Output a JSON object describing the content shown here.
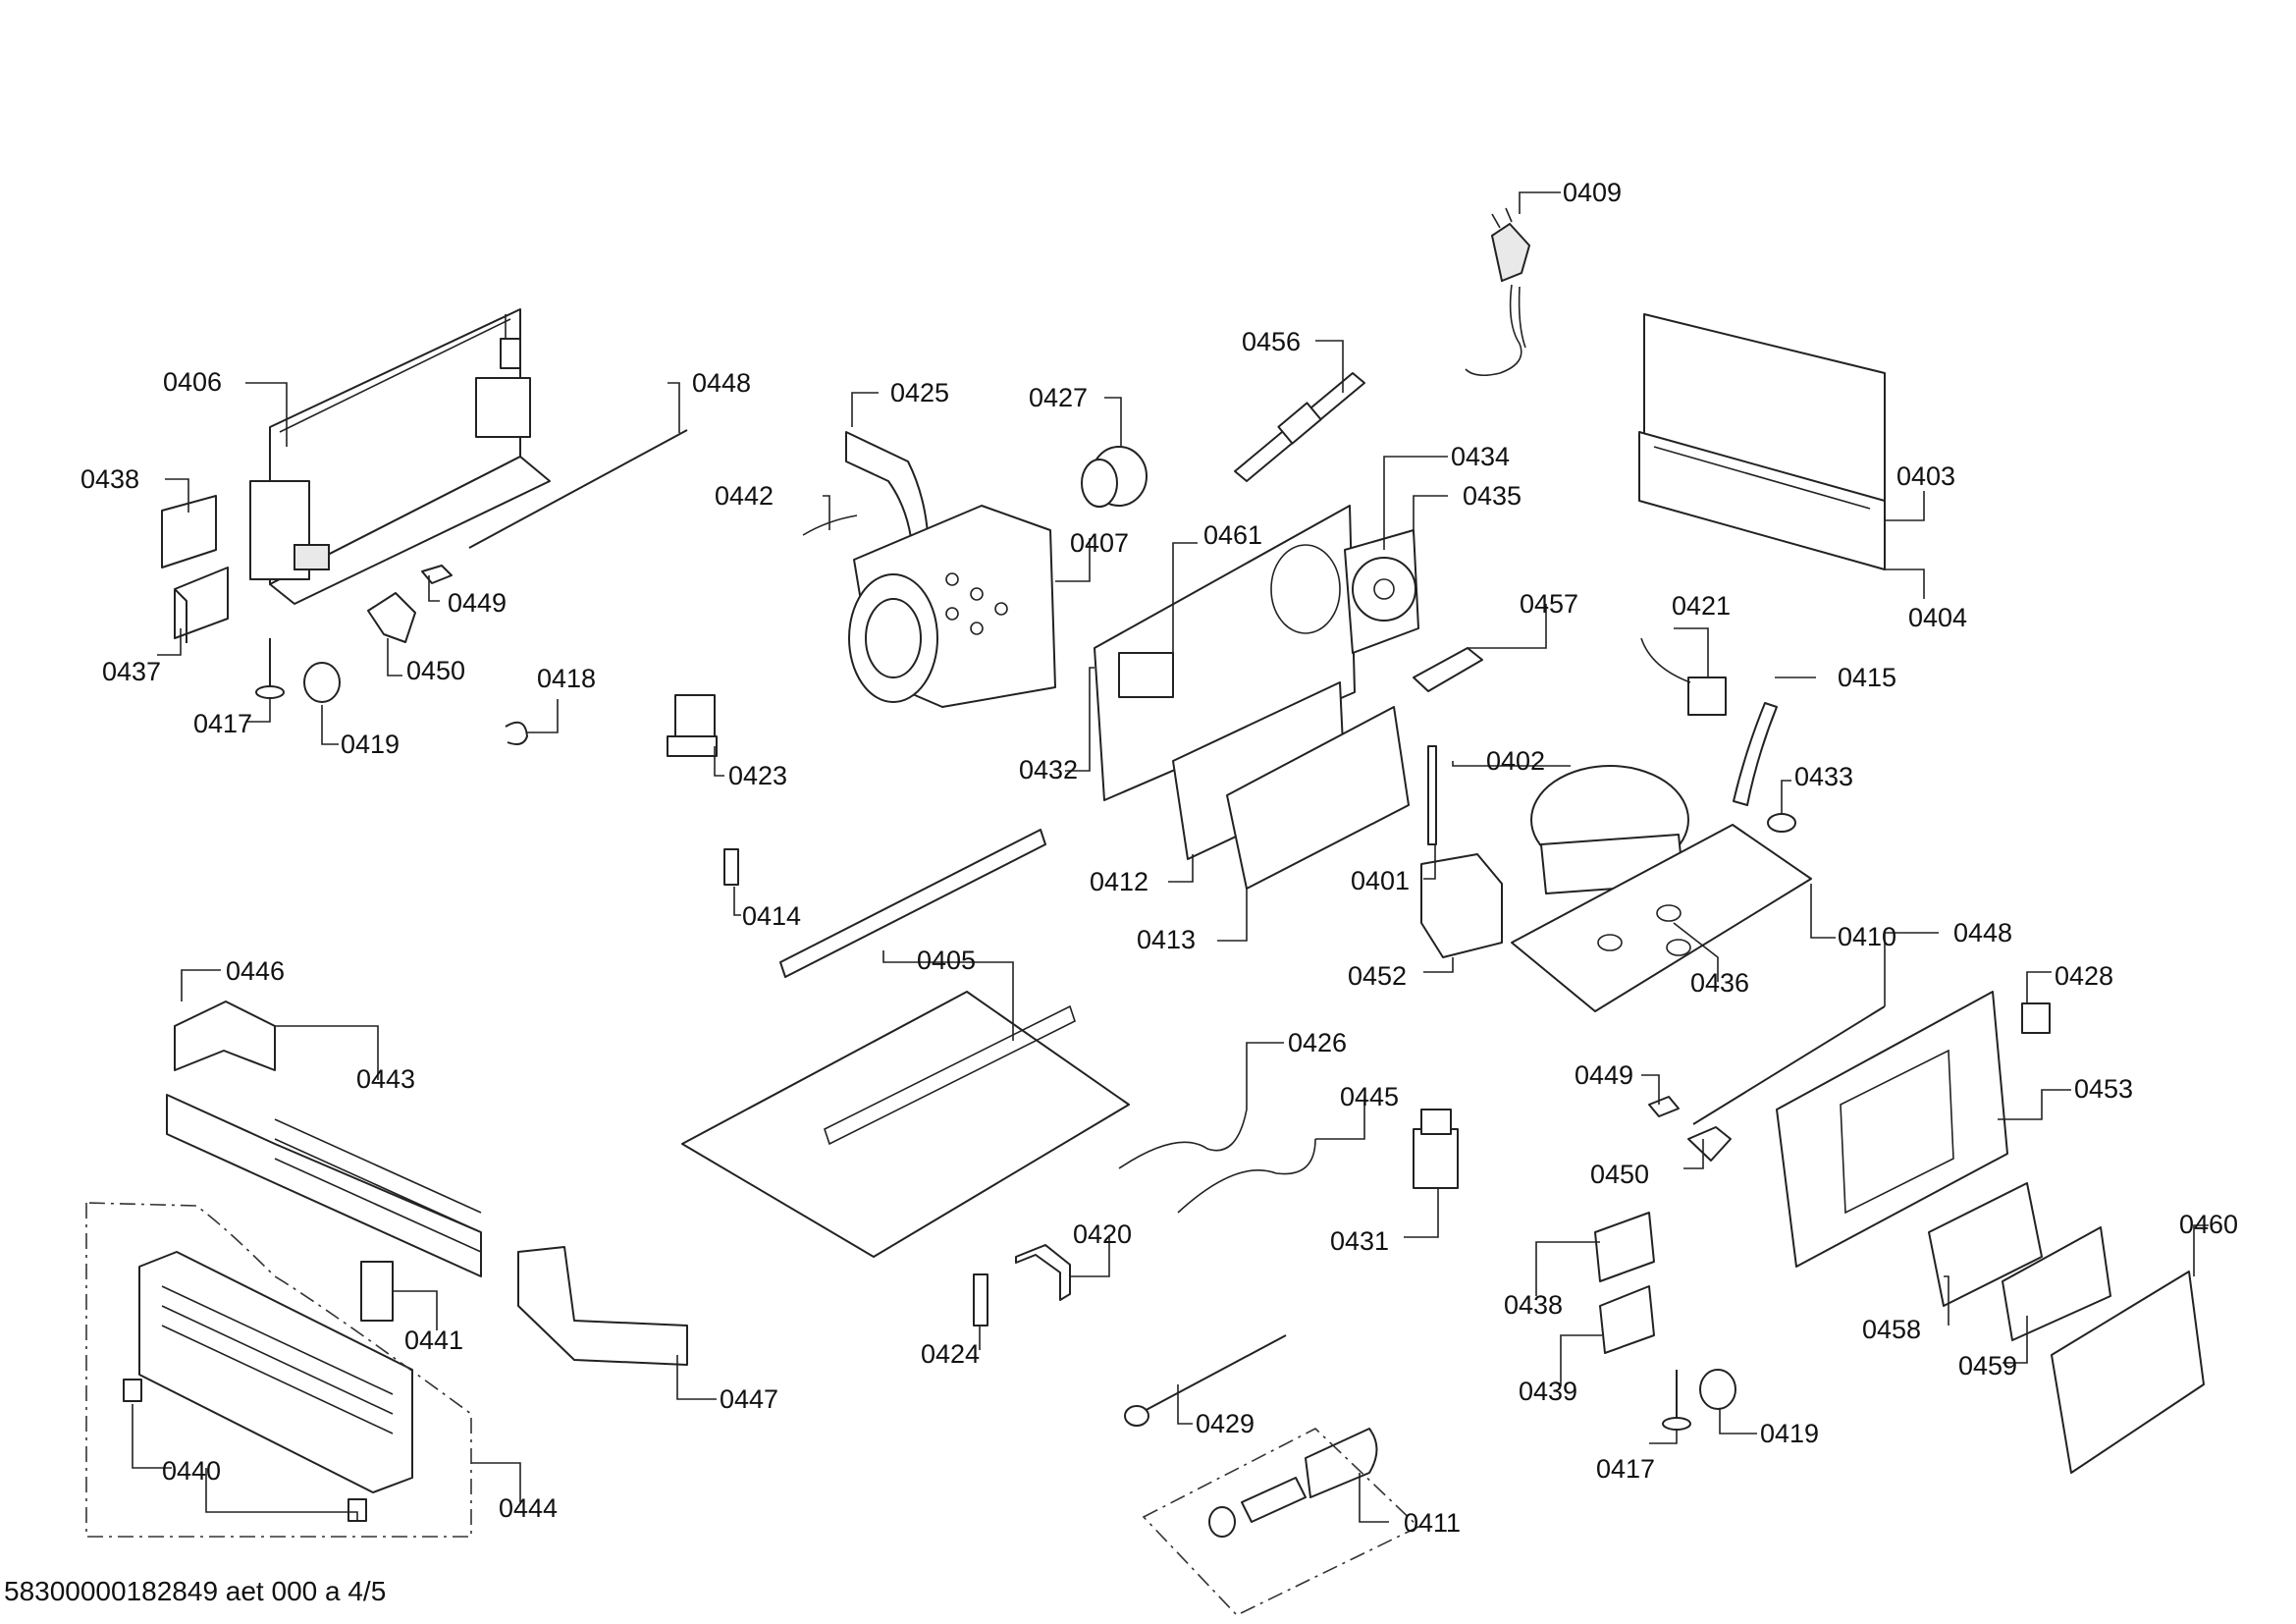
{
  "footer": "58300000182849 aet 000 a 4/5",
  "callouts": [
    {
      "id": "c0409",
      "label": "0409"
    },
    {
      "id": "c0456",
      "label": "0456"
    },
    {
      "id": "c0406",
      "label": "0406"
    },
    {
      "id": "c0448a",
      "label": "0448"
    },
    {
      "id": "c0425",
      "label": "0425"
    },
    {
      "id": "c0427",
      "label": "0427"
    },
    {
      "id": "c0438a",
      "label": "0438"
    },
    {
      "id": "c0442",
      "label": "0442"
    },
    {
      "id": "c0434",
      "label": "0434"
    },
    {
      "id": "c0435",
      "label": "0435"
    },
    {
      "id": "c0403",
      "label": "0403"
    },
    {
      "id": "c0404",
      "label": "0404"
    },
    {
      "id": "c0407",
      "label": "0407"
    },
    {
      "id": "c0461",
      "label": "0461"
    },
    {
      "id": "c0449a",
      "label": "0449"
    },
    {
      "id": "c0437",
      "label": "0437"
    },
    {
      "id": "c0450a",
      "label": "0450"
    },
    {
      "id": "c0457",
      "label": "0457"
    },
    {
      "id": "c0421",
      "label": "0421"
    },
    {
      "id": "c0418",
      "label": "0418"
    },
    {
      "id": "c0415",
      "label": "0415"
    },
    {
      "id": "c0417a",
      "label": "0417"
    },
    {
      "id": "c0419a",
      "label": "0419"
    },
    {
      "id": "c0402",
      "label": "0402"
    },
    {
      "id": "c0432",
      "label": "0432"
    },
    {
      "id": "c0423",
      "label": "0423"
    },
    {
      "id": "c0433",
      "label": "0433"
    },
    {
      "id": "c0412",
      "label": "0412"
    },
    {
      "id": "c0401",
      "label": "0401"
    },
    {
      "id": "c0414",
      "label": "0414"
    },
    {
      "id": "c0413",
      "label": "0413"
    },
    {
      "id": "c0410",
      "label": "0410"
    },
    {
      "id": "c0448b",
      "label": "0448"
    },
    {
      "id": "c0405",
      "label": "0405"
    },
    {
      "id": "c0452",
      "label": "0452"
    },
    {
      "id": "c0436",
      "label": "0436"
    },
    {
      "id": "c0446",
      "label": "0446"
    },
    {
      "id": "c0428",
      "label": "0428"
    },
    {
      "id": "c0426",
      "label": "0426"
    },
    {
      "id": "c0443",
      "label": "0443"
    },
    {
      "id": "c0449b",
      "label": "0449"
    },
    {
      "id": "c0453",
      "label": "0453"
    },
    {
      "id": "c0445",
      "label": "0445"
    },
    {
      "id": "c0450b",
      "label": "0450"
    },
    {
      "id": "c0420",
      "label": "0420"
    },
    {
      "id": "c0431",
      "label": "0431"
    },
    {
      "id": "c0460",
      "label": "0460"
    },
    {
      "id": "c0438b",
      "label": "0438"
    },
    {
      "id": "c0441",
      "label": "0441"
    },
    {
      "id": "c0458",
      "label": "0458"
    },
    {
      "id": "c0424",
      "label": "0424"
    },
    {
      "id": "c0459",
      "label": "0459"
    },
    {
      "id": "c0439",
      "label": "0439"
    },
    {
      "id": "c0447",
      "label": "0447"
    },
    {
      "id": "c0429",
      "label": "0429"
    },
    {
      "id": "c0419b",
      "label": "0419"
    },
    {
      "id": "c0440",
      "label": "0440"
    },
    {
      "id": "c0417b",
      "label": "0417"
    },
    {
      "id": "c0444",
      "label": "0444"
    },
    {
      "id": "c0411",
      "label": "0411"
    }
  ]
}
